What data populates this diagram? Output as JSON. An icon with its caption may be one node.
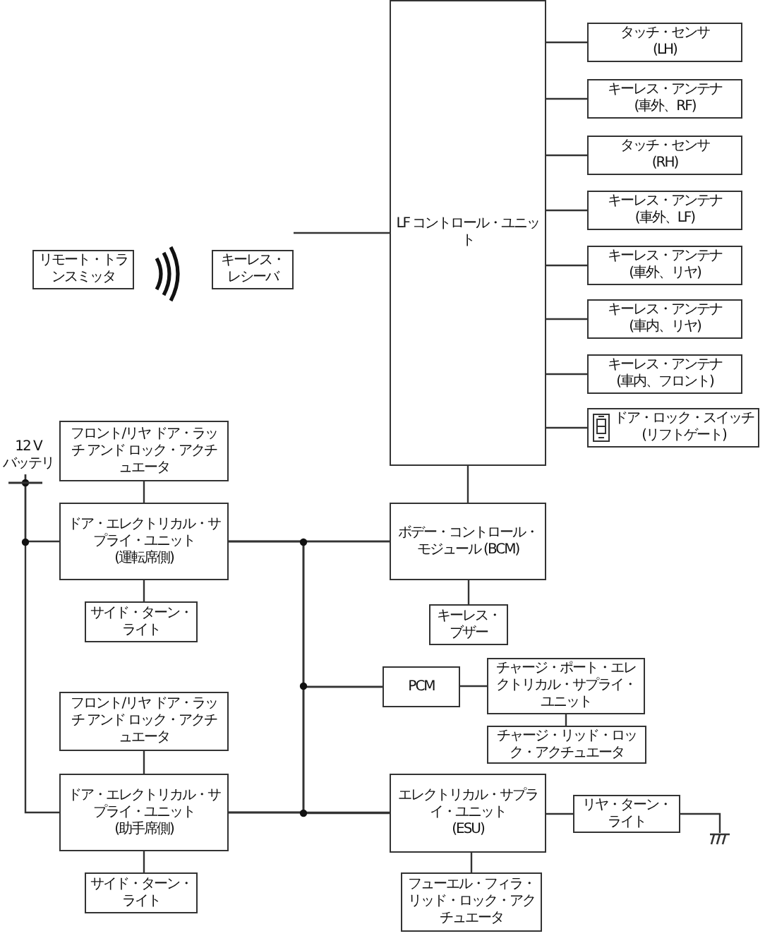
{
  "diagram": {
    "nodes": [
      {
        "text": [
          "リモート・トランスミッタ"
        ]
      },
      {
        "text": [
          "キーレス・レシーバ"
        ]
      },
      {
        "text": [
          "LF コントロール・ユニット"
        ]
      },
      {
        "text": [
          "タッチ・センサ",
          "(LH)"
        ]
      },
      {
        "text": [
          "キーレス・アンテナ",
          "(車外、RF)"
        ]
      },
      {
        "text": [
          "タッチ・センサ",
          "(RH)"
        ]
      },
      {
        "text": [
          "キーレス・アンテナ",
          "(車外、LF)"
        ]
      },
      {
        "text": [
          "キーレス・アンテナ",
          "(車外、リヤ)"
        ]
      },
      {
        "text": [
          "キーレス・アンテナ",
          "(車内、リヤ)"
        ]
      },
      {
        "text": [
          "キーレス・アンテナ",
          "(車内、フロント)"
        ]
      },
      {
        "text": [
          "ドア・ロック・スイッチ",
          "(リフトゲート)"
        ]
      },
      {
        "text": [
          "12 V",
          "バッテリ"
        ]
      },
      {
        "text": [
          "フロント/リヤ ドア・ラッチ アンド ロック・アクチュエータ"
        ]
      },
      {
        "text": [
          "ドア・エレクトリカル・サプライ・ユニット",
          "(運転席側)"
        ]
      },
      {
        "text": [
          "サイド・ターン・ライト"
        ]
      },
      {
        "text": [
          "フロント/リヤ ドア・ラッチ アンド ロック・アクチュエータ"
        ]
      },
      {
        "text": [
          "ドア・エレクトリカル・サプライ・ユニット",
          "(助手席側)"
        ]
      },
      {
        "text": [
          "サイド・ターン・ライト"
        ]
      },
      {
        "text": [
          "ボデー・コントロール・モジュール (BCM)"
        ]
      },
      {
        "text": [
          "キーレス・ブザー"
        ]
      },
      {
        "text": [
          "PCM"
        ]
      },
      {
        "text": [
          "チャージ・ポート・エレクトリカル・サプライ・ユニット"
        ]
      },
      {
        "text": [
          "チャージ・リッド・ロック・アクチュエータ"
        ]
      },
      {
        "text": [
          "エレクトリカル・サプライ・ユニット",
          "(ESU)"
        ]
      },
      {
        "text": [
          "リヤ・ターン・ライト"
        ]
      },
      {
        "text": [
          "フューエル・フィラ・リッド・ロック・アクチュエータ"
        ]
      },
      {
        "text": [],
        "shape": "ground"
      }
    ],
    "edges": [
      {
        "from": 1,
        "to": 2,
        "arrow": "none"
      },
      {
        "from": 2,
        "to": 3,
        "arrow": "none"
      },
      {
        "from": 2,
        "to": 4,
        "arrow": "none"
      },
      {
        "from": 2,
        "to": 5,
        "arrow": "none"
      },
      {
        "from": 2,
        "to": 6,
        "arrow": "none"
      },
      {
        "from": 2,
        "to": 7,
        "arrow": "none"
      },
      {
        "from": 2,
        "to": 8,
        "arrow": "none"
      },
      {
        "from": 2,
        "to": 9,
        "arrow": "none"
      },
      {
        "from": 2,
        "to": 10,
        "arrow": "none"
      },
      {
        "from": 2,
        "to": 18,
        "arrow": "none"
      },
      {
        "from": 11,
        "to": 13,
        "arrow": "none"
      },
      {
        "from": 11,
        "to": 16,
        "arrow": "none"
      },
      {
        "from": 12,
        "to": 13,
        "arrow": "none"
      },
      {
        "from": 13,
        "to": 14,
        "arrow": "none"
      },
      {
        "from": 15,
        "to": 16,
        "arrow": "none"
      },
      {
        "from": 16,
        "to": 17,
        "arrow": "none"
      },
      {
        "from": 13,
        "to": 18,
        "arrow": "none"
      },
      {
        "from": 13,
        "to": 20,
        "arrow": "none"
      },
      {
        "from": 13,
        "to": 23,
        "arrow": "none"
      },
      {
        "from": 16,
        "to": 18,
        "arrow": "none"
      },
      {
        "from": 16,
        "to": 20,
        "arrow": "none"
      },
      {
        "from": 16,
        "to": 23,
        "arrow": "none"
      },
      {
        "from": 18,
        "to": 19,
        "arrow": "none"
      },
      {
        "from": 20,
        "to": 21,
        "arrow": "none"
      },
      {
        "from": 21,
        "to": 22,
        "arrow": "none"
      },
      {
        "from": 23,
        "to": 24,
        "arrow": "none"
      },
      {
        "from": 23,
        "to": 25,
        "arrow": "none"
      },
      {
        "from": 24,
        "to": 26,
        "arrow": "none"
      }
    ]
  }
}
